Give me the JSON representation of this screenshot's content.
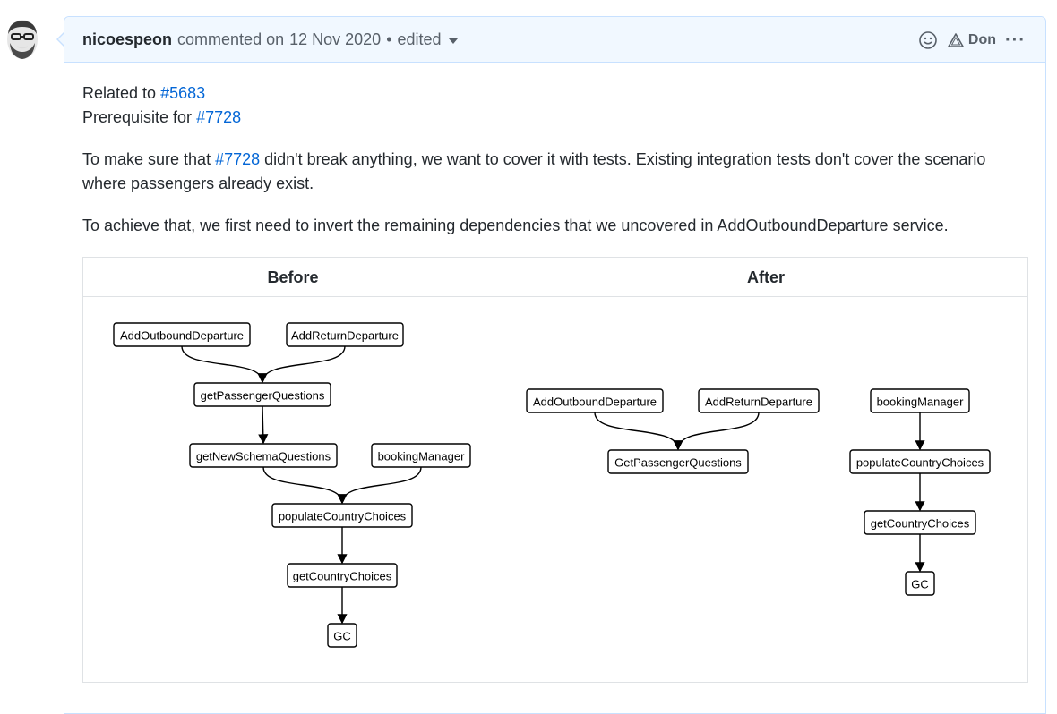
{
  "comment": {
    "author": "nicoespeon",
    "action": "commented on",
    "date": "12 Nov 2020",
    "separator": "•",
    "edited_label": "edited",
    "header_user": "Don",
    "paragraphs": {
      "related_prefix": "Related to ",
      "related_link": "#5683",
      "prereq_prefix": "Prerequisite for ",
      "prereq_link": "#7728",
      "p2_prefix": "To make sure that ",
      "p2_link": "#7728",
      "p2_suffix": " didn't break anything, we want to cover it with tests. Existing integration tests don't cover the scenario where passengers already exist.",
      "p3": "To achieve that, we first need to invert the remaining dependencies that we uncovered in AddOutboundDeparture service."
    },
    "table": {
      "headers": [
        "Before",
        "After"
      ]
    }
  },
  "diagrams": {
    "before": {
      "nodes": [
        {
          "id": "b_aod",
          "label": "AddOutboundDeparture"
        },
        {
          "id": "b_ard",
          "label": "AddReturnDeparture"
        },
        {
          "id": "b_gpq",
          "label": "getPassengerQuestions"
        },
        {
          "id": "b_gnsq",
          "label": "getNewSchemaQuestions"
        },
        {
          "id": "b_bm",
          "label": "bookingManager"
        },
        {
          "id": "b_pcc",
          "label": "populateCountryChoices"
        },
        {
          "id": "b_gcc",
          "label": "getCountryChoices"
        },
        {
          "id": "b_gc",
          "label": "GC"
        }
      ],
      "edges": [
        [
          "b_aod",
          "b_gpq"
        ],
        [
          "b_ard",
          "b_gpq"
        ],
        [
          "b_gpq",
          "b_gnsq"
        ],
        [
          "b_gnsq",
          "b_pcc"
        ],
        [
          "b_bm",
          "b_pcc"
        ],
        [
          "b_pcc",
          "b_gcc"
        ],
        [
          "b_gcc",
          "b_gc"
        ]
      ]
    },
    "after": {
      "nodes": [
        {
          "id": "a_aod",
          "label": "AddOutboundDeparture"
        },
        {
          "id": "a_ard",
          "label": "AddReturnDeparture"
        },
        {
          "id": "a_gpq",
          "label": "GetPassengerQuestions"
        },
        {
          "id": "a_bm",
          "label": "bookingManager"
        },
        {
          "id": "a_pcc",
          "label": "populateCountryChoices"
        },
        {
          "id": "a_gcc",
          "label": "getCountryChoices"
        },
        {
          "id": "a_gc",
          "label": "GC"
        }
      ],
      "edges": [
        [
          "a_aod",
          "a_gpq"
        ],
        [
          "a_ard",
          "a_gpq"
        ],
        [
          "a_bm",
          "a_pcc"
        ],
        [
          "a_pcc",
          "a_gcc"
        ],
        [
          "a_gcc",
          "a_gc"
        ]
      ]
    }
  },
  "icons": {
    "avatar": "avatar-icon",
    "emoji": "smiley-icon",
    "role": "triangle-icon",
    "more": "kebab-icon"
  }
}
